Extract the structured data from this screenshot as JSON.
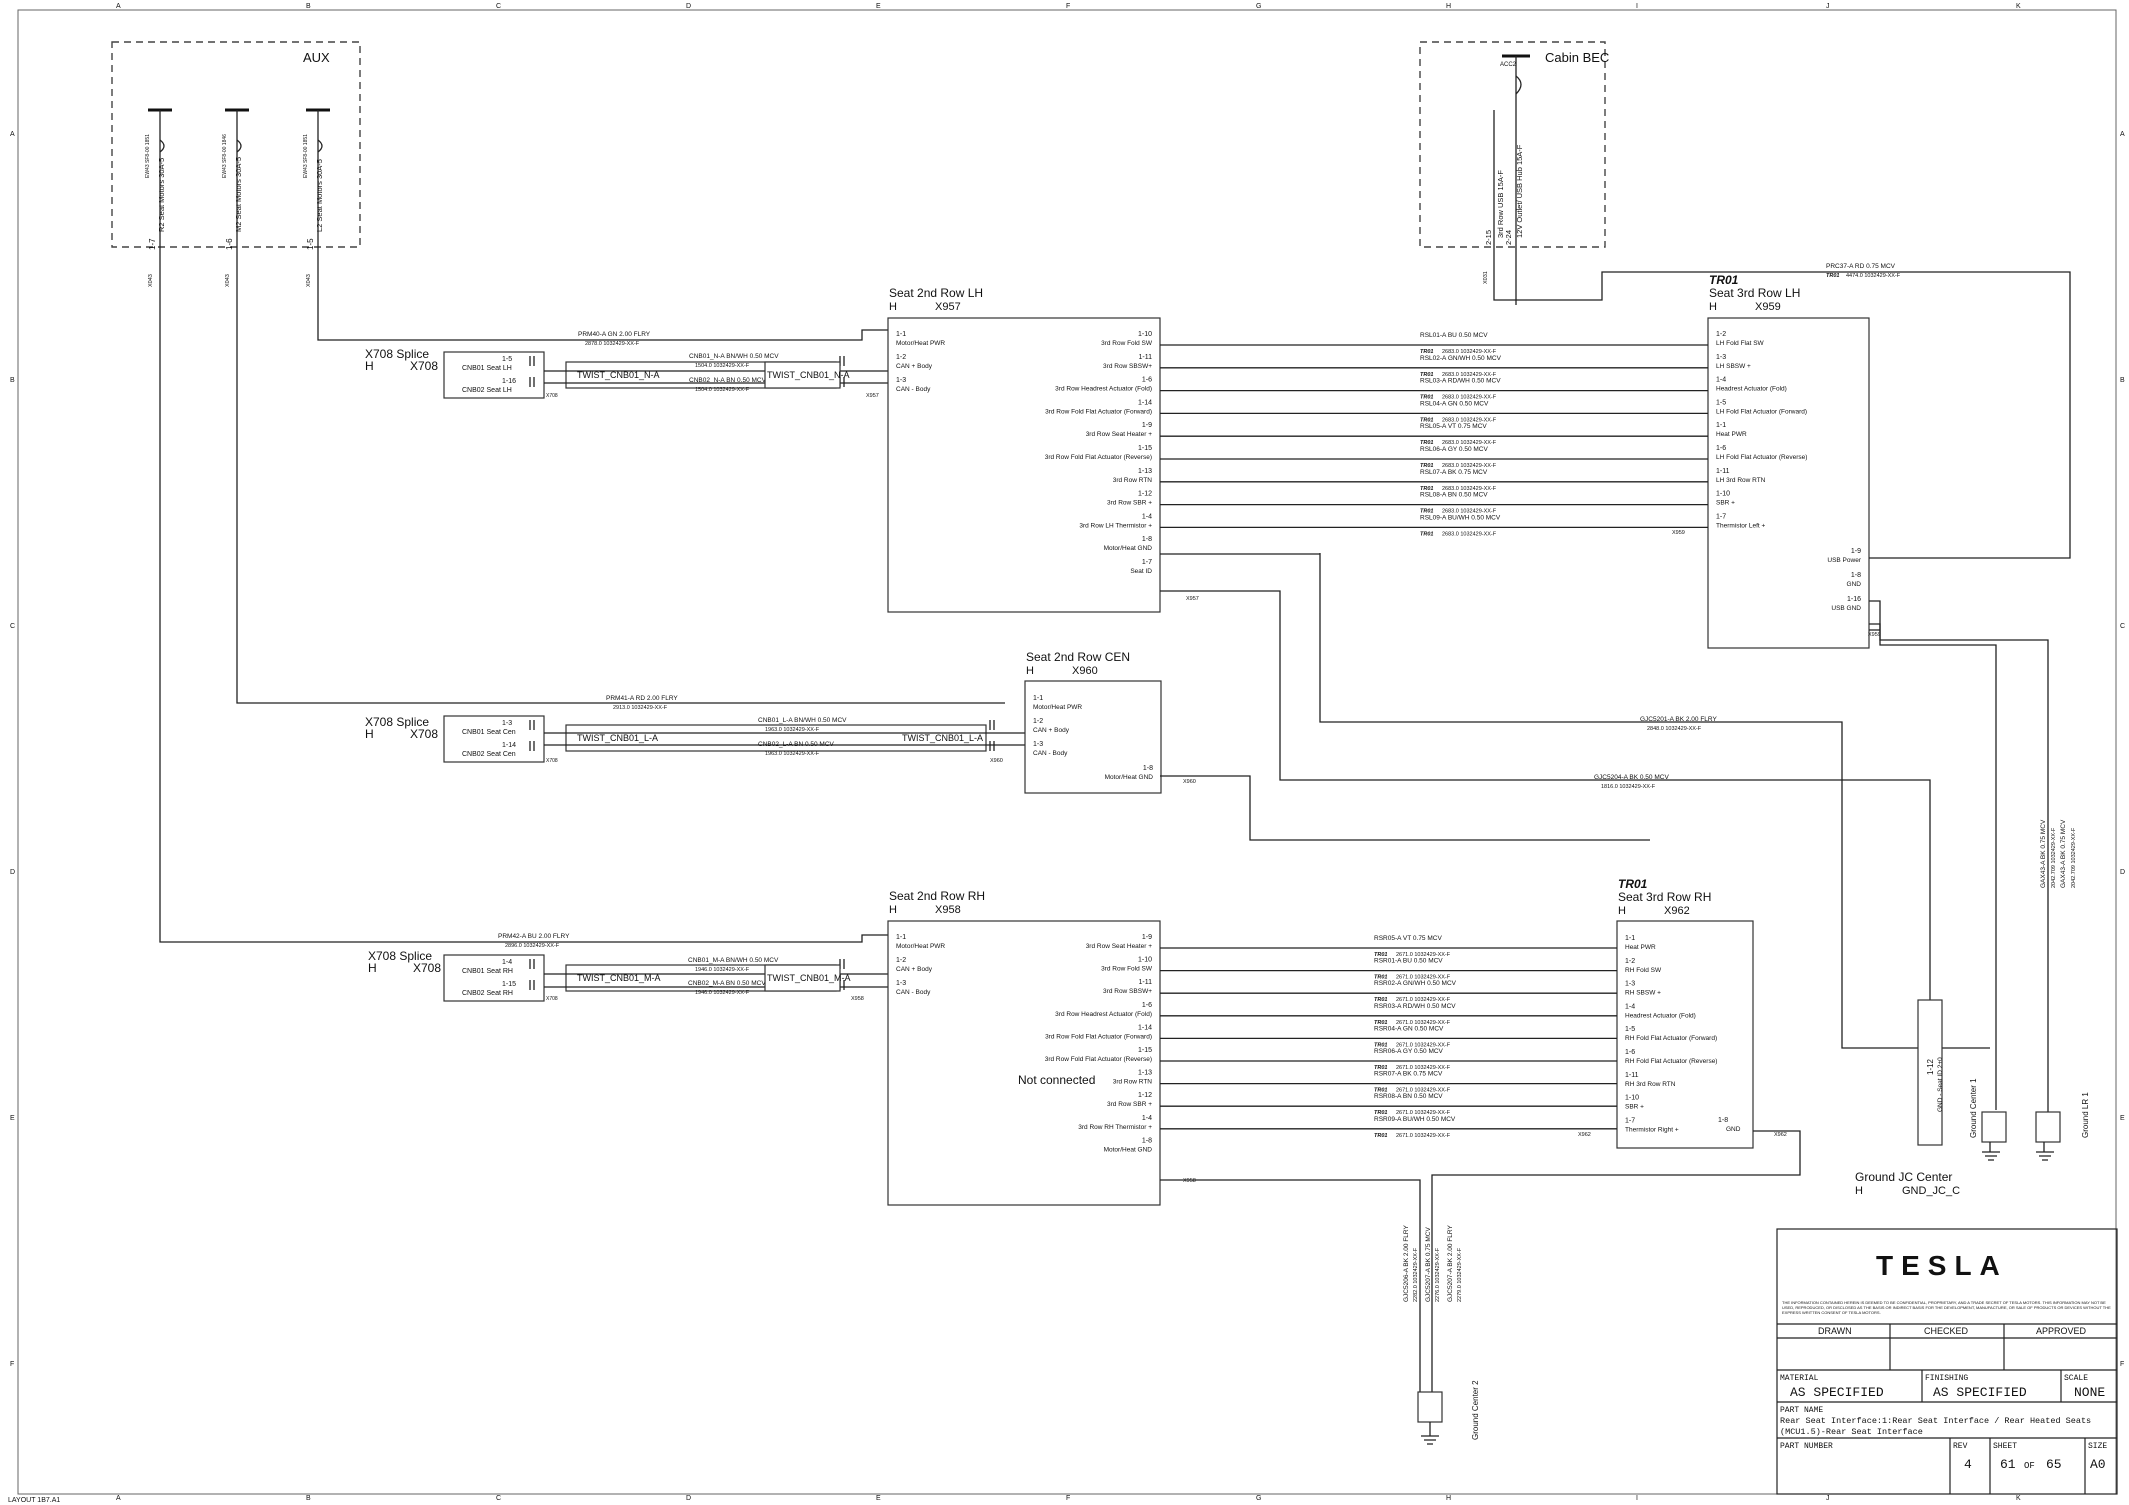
{
  "grid_letters_top": [
    "A",
    "B",
    "C",
    "D",
    "E",
    "F",
    "G",
    "H",
    "I",
    "J",
    "K"
  ],
  "grid_rows_side": [
    "A",
    "B",
    "C",
    "D",
    "E",
    "F"
  ],
  "aux_box": {
    "title": "AUX",
    "fuses": [
      {
        "pin": "1-7",
        "label": "R2 Seat Motors 30A-5",
        "id": "EW43 SF8-00 1851"
      },
      {
        "pin": "1-6",
        "label": "M2 Seat Motors 30A-5",
        "id": "EW43 SF8-00 1846"
      },
      {
        "pin": "1-5",
        "label": "L2 Seat Motors 30A-5",
        "id": "EW43 SF8-00 1851"
      }
    ],
    "connector_tags": [
      "X043",
      "X043",
      "X043"
    ]
  },
  "cabin_bec": {
    "title": "Cabin BEC",
    "acc": "ACC2",
    "pins": [
      {
        "pin": "2-15",
        "label": "3rd Row USB 15A-F"
      },
      {
        "pin": "2-24",
        "label": "12V Outlet/ USB Hub 15A-F"
      }
    ],
    "tag": "X031"
  },
  "splices": [
    {
      "title": "X708 Splice",
      "h": "H",
      "code": "X708",
      "pins": [
        {
          "pin": "1-5",
          "label": "CNB01 Seat LH"
        },
        {
          "pin": "1-16",
          "label": "CNB02 Seat LH"
        }
      ],
      "twist": "TWIST_CNB01_N-A",
      "tag": "X708"
    },
    {
      "title": "X708 Splice",
      "h": "H",
      "code": "X708",
      "pins": [
        {
          "pin": "1-3",
          "label": "CNB01 Seat Cen"
        },
        {
          "pin": "1-14",
          "label": "CNB02 Seat Cen"
        }
      ],
      "twist": "TWIST_CNB01_L-A",
      "tag": "X708"
    },
    {
      "title": "X708 Splice",
      "h": "H",
      "code": "X708",
      "pins": [
        {
          "pin": "1-4",
          "label": "CNB01 Seat RH"
        },
        {
          "pin": "1-15",
          "label": "CNB02 Seat RH"
        }
      ],
      "twist": "TWIST_CNB01_M-A",
      "tag": "X708"
    }
  ],
  "seat_lh": {
    "title": "Seat 2nd Row LH",
    "h": "H",
    "code": "X957",
    "tag": "X957",
    "left_pins": [
      {
        "pin": "1-1",
        "label": "Motor/Heat PWR"
      },
      {
        "pin": "1-2",
        "label": "CAN + Body"
      },
      {
        "pin": "1-3",
        "label": "CAN - Body"
      }
    ],
    "right_pins": [
      {
        "pin": "1-10",
        "label": "3rd Row Fold SW"
      },
      {
        "pin": "1-11",
        "label": "3rd Row SBSW+"
      },
      {
        "pin": "1-6",
        "label": "3rd Row Headrest Actuator (Fold)"
      },
      {
        "pin": "1-14",
        "label": "3rd Row Fold Flat Actuator (Forward)"
      },
      {
        "pin": "1-9",
        "label": "3rd Row Seat Heater +"
      },
      {
        "pin": "1-15",
        "label": "3rd Row Fold Flat Actuator (Reverse)"
      },
      {
        "pin": "1-13",
        "label": "3rd Row RTN"
      },
      {
        "pin": "1-12",
        "label": "3rd Row SBR +"
      },
      {
        "pin": "1-4",
        "label": "3rd Row LH Thermistor +"
      },
      {
        "pin": "1-8",
        "label": "Motor/Heat GND"
      },
      {
        "pin": "1-7",
        "label": "Seat ID"
      }
    ]
  },
  "seat_cen": {
    "title": "Seat 2nd Row CEN",
    "h": "H",
    "code": "X960",
    "tag": "X960",
    "pins": [
      {
        "pin": "1-1",
        "label": "Motor/Heat PWR"
      },
      {
        "pin": "1-2",
        "label": "CAN + Body"
      },
      {
        "pin": "1-3",
        "label": "CAN - Body"
      },
      {
        "pin": "1-8",
        "label": "Motor/Heat GND"
      }
    ]
  },
  "seat_rh": {
    "title": "Seat 2nd Row RH",
    "h": "H",
    "code": "X958",
    "tag": "X958",
    "note": "Not connected",
    "left_pins": [
      {
        "pin": "1-1",
        "label": "Motor/Heat PWR"
      },
      {
        "pin": "1-2",
        "label": "CAN + Body"
      },
      {
        "pin": "1-3",
        "label": "CAN - Body"
      }
    ],
    "right_pins": [
      {
        "pin": "1-9",
        "label": "3rd Row Seat Heater +"
      },
      {
        "pin": "1-10",
        "label": "3rd Row Fold SW"
      },
      {
        "pin": "1-11",
        "label": "3rd Row SBSW+"
      },
      {
        "pin": "1-6",
        "label": "3rd Row Headrest Actuator (Fold)"
      },
      {
        "pin": "1-14",
        "label": "3rd Row Fold Flat Actuator (Forward)"
      },
      {
        "pin": "1-15",
        "label": "3rd Row Fold Flat Actuator (Reverse)"
      },
      {
        "pin": "1-13",
        "label": "3rd Row RTN"
      },
      {
        "pin": "1-12",
        "label": "3rd Row SBR +"
      },
      {
        "pin": "1-4",
        "label": "3rd Row RH Thermistor +"
      },
      {
        "pin": "1-8",
        "label": "Motor/Heat GND"
      }
    ]
  },
  "seat3_lh": {
    "tr": "TR01",
    "title": "Seat 3rd Row LH",
    "h": "H",
    "code": "X959",
    "tag": "X959",
    "pins": [
      {
        "pin": "1-2",
        "label": "LH Fold Flat SW"
      },
      {
        "pin": "1-3",
        "label": "LH SBSW +"
      },
      {
        "pin": "1-4",
        "label": "Headrest Actuator (Fold)"
      },
      {
        "pin": "1-5",
        "label": "LH Fold Flat Actuator (Forward)"
      },
      {
        "pin": "1-1",
        "label": "Heat PWR"
      },
      {
        "pin": "1-6",
        "label": "LH Fold Flat Actuator (Reverse)"
      },
      {
        "pin": "1-11",
        "label": "LH 3rd Row RTN"
      },
      {
        "pin": "1-10",
        "label": "SBR +"
      },
      {
        "pin": "1-7",
        "label": "Thermistor Left +"
      }
    ],
    "pins_right": [
      {
        "pin": "1-9",
        "label": "USB Power"
      },
      {
        "pin": "1-8",
        "label": "GND"
      },
      {
        "pin": "1-16",
        "label": "USB GND"
      }
    ]
  },
  "seat3_rh": {
    "tr": "TR01",
    "title": "Seat 3rd Row RH",
    "h": "H",
    "code": "X962",
    "tag": "X962",
    "pins": [
      {
        "pin": "1-1",
        "label": "Heat PWR"
      },
      {
        "pin": "1-2",
        "label": "RH Fold SW"
      },
      {
        "pin": "1-3",
        "label": "RH SBSW +"
      },
      {
        "pin": "1-4",
        "label": "Headrest Actuator (Fold)"
      },
      {
        "pin": "1-5",
        "label": "RH Fold Flat Actuator (Forward)"
      },
      {
        "pin": "1-6",
        "label": "RH Fold Flat Actuator (Reverse)"
      },
      {
        "pin": "1-11",
        "label": "RH 3rd Row RTN"
      },
      {
        "pin": "1-10",
        "label": "SBR +"
      },
      {
        "pin": "1-7",
        "label": "Thermistor Right +"
      }
    ],
    "gnd_pin": {
      "pin": "1-8",
      "label": "GND"
    }
  },
  "wires": {
    "prm40": [
      "PRM40-A  GN  2.00  FLRY",
      "2878.0   1032429-XX-F"
    ],
    "prm41": [
      "PRM41-A  RD  2.00  FLRY",
      "2913.0   1032429-XX-F"
    ],
    "prm42": [
      "PRM42-A  BU  2.00  FLRY",
      "2896.0   1032429-XX-F"
    ],
    "cnb_n1": [
      "CNB01_N-A  BN/WH  0.50  MCV",
      "1504.0   1032429-XX-F"
    ],
    "cnb_n2": [
      "CNB02_N-A  BN  0.50  MCV",
      "1504.0   1032429-XX-F"
    ],
    "cnb_l1": [
      "CNB01_L-A  BN/WH  0.50  MCV",
      "1963.0   1032429-XX-F"
    ],
    "cnb_l2": [
      "CNB02_L-A  BN  0.50  MCV",
      "1963.0   1032429-XX-F"
    ],
    "cnb_m1": [
      "CNB01_M-A  BN/WH  0.50  MCV",
      "1946.0   1032429-XX-F"
    ],
    "cnb_m2": [
      "CNB02_M-A  BN  0.50  MCV",
      "1946.0   1032429-XX-F"
    ],
    "prc37": [
      "PRC37-A  RD  0.75  MCV",
      "4474.0   1032429-XX-F"
    ],
    "gjc5201": [
      "GJC5201-A  BK  2.00  FLRY",
      "2848.0   1032429-XX-F"
    ],
    "gjc5204": [
      "GJC5204-A  BK  0.50  MCV",
      "1816.0   1032429-XX-F"
    ],
    "rsl": [
      [
        "RSL01-A  BU  0.50  MCV",
        "2683.0  1032429-XX-F"
      ],
      [
        "RSL02-A  GN/WH  0.50  MCV",
        "2683.0  1032429-XX-F"
      ],
      [
        "RSL03-A  RD/WH  0.50  MCV",
        "2683.0  1032429-XX-F"
      ],
      [
        "RSL04-A  GN  0.50  MCV",
        "2683.0  1032429-XX-F"
      ],
      [
        "RSL05-A  VT  0.75  MCV",
        "2683.0  1032429-XX-F"
      ],
      [
        "RSL06-A  GY  0.50  MCV",
        "2683.0  1032429-XX-F"
      ],
      [
        "RSL07-A  BK  0.75  MCV",
        "2683.0  1032429-XX-F"
      ],
      [
        "RSL08-A  BN  0.50  MCV",
        "2683.0  1032429-XX-F"
      ],
      [
        "RSL09-A  BU/WH  0.50  MCV",
        "2683.0  1032429-XX-F"
      ]
    ],
    "rsr": [
      [
        "RSR05-A  VT  0.75  MCV",
        "2671.0  1032429-XX-F"
      ],
      [
        "RSR01-A  BU  0.50  MCV",
        "2671.0  1032429-XX-F"
      ],
      [
        "RSR02-A  GN/WH  0.50  MCV",
        "2671.0  1032429-XX-F"
      ],
      [
        "RSR03-A  RD/WH  0.50  MCV",
        "2671.0  1032429-XX-F"
      ],
      [
        "RSR04-A  GN  0.50  MCV",
        "2671.0  1032429-XX-F"
      ],
      [
        "RSR06-A  GY  0.50  MCV",
        "2671.0  1032429-XX-F"
      ],
      [
        "RSR07-A  BK  0.75  MCV",
        "2671.0  1032429-XX-F"
      ],
      [
        "RSR08-A  BN  0.50  MCV",
        "2671.0  1032429-XX-F"
      ],
      [
        "RSR09-A  BU/WH  0.50  MCV",
        "2671.0  1032429-XX-F"
      ]
    ],
    "tr01": "TR01",
    "vert_right": [
      "GAX43-A  BK  0.75  MCV",
      "2042.709  1032429-XX-F",
      "GAX43-A  BK  0.75  MCV",
      "2042.709  1032429-XX-F"
    ],
    "vert_bottom": [
      "GJC5206-A  BK  2.00  FLRY",
      "2282.0  1032429-XX-F",
      "GJC5207-A  BK  0.75  MCV",
      "2276.0  1032429-XX-F",
      "GJC5207-A  BK  2.00  FLRY",
      "2279.0  1032429-XX-F"
    ]
  },
  "grounds": {
    "center1": "Ground Center 1",
    "lr1": "Ground LR 1",
    "center2": "Ground Center 2",
    "jc_title": "Ground JC Center",
    "jc_h": "H",
    "jc_code": "GND_JC_C",
    "jc_pin": "1-12",
    "jc_pin_label": "GND - Seat ID 2+0"
  },
  "title_block": {
    "logo": "TESLA",
    "confidential": "THE INFORMATION CONTAINED HEREIN IS DEEMED TO BE CONFIDENTIAL, PROPRIETARY, AND A TRADE SECRET OF TESLA MOTORS. THIS INFORMATION MAY NOT BE USED, REPRODUCED, OR DISCLOSED AS THE BASIS OR INDIRECT BASIS FOR THE DEVELOPMENT, MANUFACTURE, OR SALE OF PRODUCTS OR DEVICES WITHOUT THE EXPRESS WRITTEN CONSENT OF TESLA MOTORS.",
    "drawn": "DRAWN",
    "checked": "CHECKED",
    "approved": "APPROVED",
    "material_label": "MATERIAL",
    "material": "AS SPECIFIED",
    "finishing_label": "FINISHING",
    "finishing": "AS SPECIFIED",
    "scale_label": "SCALE",
    "scale": "NONE",
    "part_name_label": "PART NAME",
    "part_name_1": "Rear Seat Interface:1:Rear Seat Interface / Rear Heated Seats",
    "part_name_2": "(MCU1.5)-Rear Seat Interface",
    "part_number_label": "PART NUMBER",
    "rev_label": "REV",
    "rev": "4",
    "sheet_label": "SHEET",
    "sheet": "61",
    "of": "OF",
    "total": "65",
    "size_label": "SIZE",
    "size": "A0"
  },
  "corner_stamp": "LAYOUT 1B7.A1"
}
